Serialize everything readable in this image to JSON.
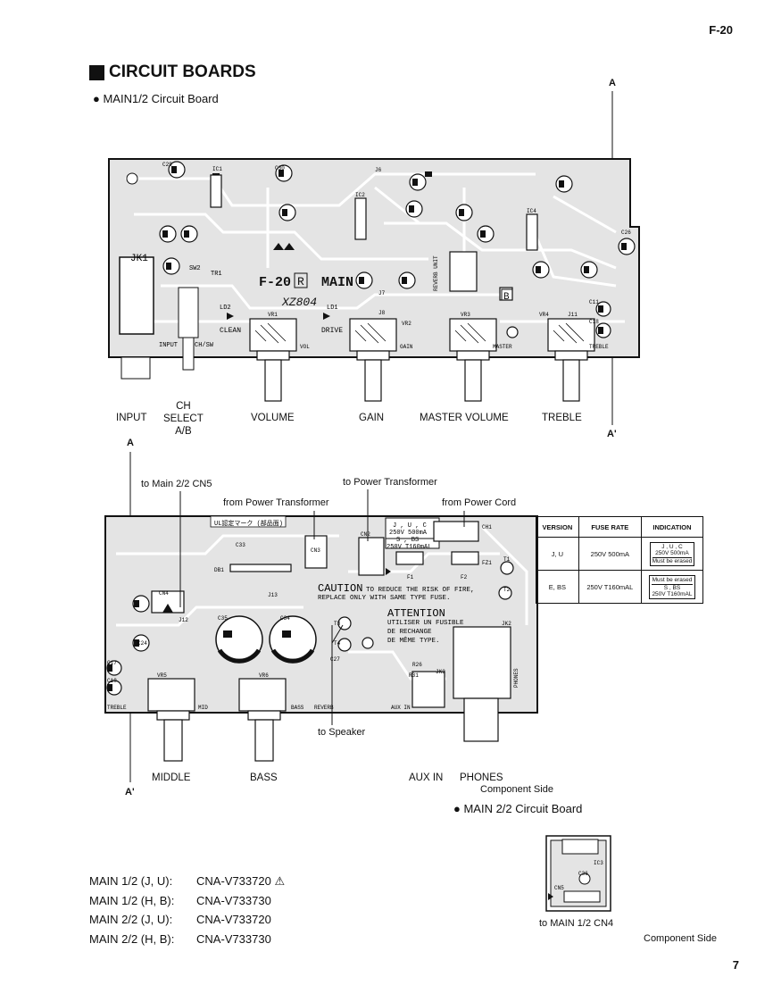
{
  "page": {
    "id": "F-20",
    "number": "7"
  },
  "section_title": "CIRCUIT BOARDS",
  "board1": {
    "title": "MAIN1/2 Circuit Board",
    "board_text": {
      "main": "F-20",
      "rev": "R",
      "main2": "MAIN",
      "code": "XZ804",
      "b": "B"
    },
    "pcb_labels": {
      "jk1": "JK1",
      "input": "INPUT",
      "chsw": "CH/SW",
      "sw2": "SW2",
      "tr1": "TR1",
      "ld2": "LD2",
      "ld1": "LD1",
      "clean": "CLEAN",
      "drive": "DRIVE",
      "vr1": "VR1",
      "vr2": "VR2",
      "vr3": "VR3",
      "vr4": "VR4",
      "vol": "VOL",
      "gain": "GAIN",
      "master": "MASTER",
      "treble": "TREBLE",
      "ic1": "IC1",
      "ic2": "IC2",
      "ic4": "IC4",
      "c29": "C29",
      "c30": "C30",
      "j6": "J6",
      "j7": "J7",
      "j8": "J8",
      "j11": "J11",
      "reverb": "REVERB UNIT",
      "c11": "C11",
      "c18": "C18",
      "c26": "C26"
    },
    "controls": [
      "INPUT",
      "CH\nSELECT\nA/B",
      "VOLUME",
      "GAIN",
      "MASTER VOLUME",
      "TREBLE"
    ],
    "ch_select": [
      "CH",
      "SELECT",
      "A/B"
    ],
    "section_marks": {
      "a_top": "A",
      "a_prime": "A'",
      "a_left": "A",
      "a_left_prime": "A'"
    }
  },
  "board2": {
    "callouts": {
      "to_main": "to Main 2/2 CN5",
      "from_pt": "from Power Transformer",
      "to_pt": "to Power Transformer",
      "from_cord": "from Power Cord",
      "to_speaker": "to Speaker"
    },
    "pcb_labels": {
      "ul": "UL認定マーク (部品面)",
      "fuse_ju": "J , U , C",
      "fuse_ju_rate": "250V 500mA",
      "fuse_es": "S , BS",
      "fuse_es_rate": "250V T160mAL",
      "caution": "CAUTION",
      "caution_text1": "TO REDUCE THE RISK OF FIRE,",
      "caution_text2": "REPLACE ONLY WITH SAME TYPE FUSE.",
      "attention": "ATTENTION",
      "att1": "UTILISER UN FUSIBLE",
      "att2": "DE RECHANGE",
      "att3": "DE MÊME TYPE.",
      "vr5": "VR5",
      "vr6": "VR6",
      "mid": "MID",
      "bass": "BASS",
      "reverb": "REVERB",
      "auxin": "AUX IN",
      "phones": "PHONES",
      "treble": "TREBLE",
      "cn4": "CN4",
      "j12": "J12",
      "j13": "J13",
      "c35": "C35",
      "c34": "C34",
      "db1": "DB1",
      "f1": "F1",
      "f2": "F2",
      "fz1": "FZ1",
      "jk2": "JK2",
      "jk3": "JK3",
      "t1": "T1",
      "t2": "T2",
      "t3": "T3",
      "t4": "T4",
      "c33": "C33",
      "c27": "C27",
      "c24": "C24",
      "c17": "C17",
      "c18": "C18",
      "r26": "R26",
      "r31": "R31",
      "cn3": "CN3",
      "cn2": "CN2",
      "ch1": "CH1"
    },
    "controls": [
      "MIDDLE",
      "BASS",
      "AUX IN",
      "PHONES"
    ],
    "component_side": "Component Side"
  },
  "fuse_table": {
    "headers": [
      "VERSION",
      "FUSE RATE",
      "INDICATION"
    ],
    "rows": [
      {
        "version": "J, U",
        "rate": "250V 500mA",
        "ind_top": "J , U , C",
        "ind_mid": "250V 500mA",
        "ind_note": "Must be erased"
      },
      {
        "version": "E, BS",
        "rate": "250V T160mAL",
        "ind_note": "Must be erased",
        "ind_top": "S , BS",
        "ind_mid": "250V T160mAL"
      }
    ]
  },
  "board3": {
    "title": "MAIN 2/2 Circuit Board",
    "labels": {
      "ic3": "IC3",
      "c36": "C36",
      "cn5": "CN5"
    },
    "caption": "to MAIN 1/2 CN4",
    "component_side": "Component Side"
  },
  "cna_list": [
    {
      "label": "MAIN 1/2 (J, U):",
      "value": "CNA-V733720 ⚠"
    },
    {
      "label": "MAIN 1/2 (H, B):",
      "value": "CNA-V733730"
    },
    {
      "label": "MAIN 2/2 (J, U):",
      "value": "CNA-V733720"
    },
    {
      "label": "MAIN 2/2 (H, B):",
      "value": "CNA-V733730"
    }
  ]
}
